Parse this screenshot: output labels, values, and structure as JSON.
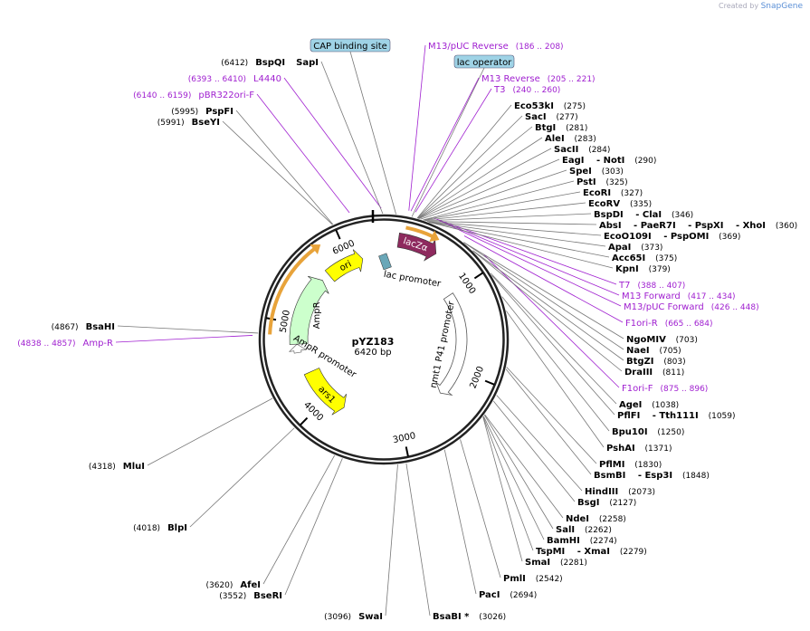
{
  "credit": {
    "prefix": "Created by",
    "brand": "SnapGene"
  },
  "plasmid": {
    "name": "pYZ183",
    "size_label": "6420 bp",
    "length": 6420
  },
  "ticks": [
    {
      "label": "1000",
      "pos": 1000
    },
    {
      "label": "2000",
      "pos": 2000
    },
    {
      "label": "3000",
      "pos": 3000
    },
    {
      "label": "4000",
      "pos": 4000
    },
    {
      "label": "5000",
      "pos": 5000
    },
    {
      "label": "6000",
      "pos": 6000
    }
  ],
  "features": [
    {
      "id": "lacZa",
      "label": "lacZα",
      "color": "#8e2a5e",
      "text_color": "#ffffff"
    },
    {
      "id": "ori",
      "label": "ori",
      "color": "#ffff00",
      "text_color": "#000000"
    },
    {
      "id": "ampr",
      "label": "AmpR",
      "color": "#ccffcc",
      "text_color": "#000000"
    },
    {
      "id": "ars1",
      "label": "ars1",
      "color": "#ffff00",
      "text_color": "#000000"
    },
    {
      "id": "lacprom",
      "label": "lac promoter"
    },
    {
      "id": "amprprom",
      "label": "AmpR promoter"
    },
    {
      "id": "nmt1",
      "label": "nmt1 P41 promoter"
    }
  ],
  "boxed_labels": [
    {
      "text": "CAP binding site"
    },
    {
      "text": "lac operator"
    }
  ],
  "enzymes": [
    {
      "pos": "(6412)",
      "names": [
        "BspQI",
        "SapI"
      ],
      "layout": "left"
    },
    {
      "pos": "(5995)",
      "names": [
        "PspFI"
      ],
      "layout": "left"
    },
    {
      "pos": "(5991)",
      "names": [
        "BseYI"
      ],
      "layout": "left"
    },
    {
      "pos": "(275)",
      "names": [
        "Eco53kI"
      ]
    },
    {
      "pos": "(277)",
      "names": [
        "SacI"
      ]
    },
    {
      "pos": "(281)",
      "names": [
        "BtgI"
      ]
    },
    {
      "pos": "(283)",
      "names": [
        "AleI"
      ]
    },
    {
      "pos": "(284)",
      "names": [
        "SacII"
      ]
    },
    {
      "pos": "(290)",
      "names": [
        "EagI",
        "NotI"
      ]
    },
    {
      "pos": "(303)",
      "names": [
        "SpeI"
      ]
    },
    {
      "pos": "(325)",
      "names": [
        "PstI"
      ]
    },
    {
      "pos": "(327)",
      "names": [
        "EcoRI"
      ]
    },
    {
      "pos": "(335)",
      "names": [
        "EcoRV"
      ]
    },
    {
      "pos": "(346)",
      "names": [
        "BspDI",
        "ClaI"
      ]
    },
    {
      "pos": "(360)",
      "names": [
        "AbsI",
        "PaeR7I",
        "PspXI",
        "XhoI"
      ]
    },
    {
      "pos": "(369)",
      "names": [
        "EcoO109I",
        "PspOMI"
      ]
    },
    {
      "pos": "(373)",
      "names": [
        "ApaI"
      ]
    },
    {
      "pos": "(375)",
      "names": [
        "Acc65I"
      ]
    },
    {
      "pos": "(379)",
      "names": [
        "KpnI"
      ]
    },
    {
      "pos": "(703)",
      "names": [
        "NgoMIV"
      ]
    },
    {
      "pos": "(705)",
      "names": [
        "NaeI"
      ]
    },
    {
      "pos": "(803)",
      "names": [
        "BtgZI"
      ]
    },
    {
      "pos": "(811)",
      "names": [
        "DraIII"
      ]
    },
    {
      "pos": "(1038)",
      "names": [
        "AgeI"
      ]
    },
    {
      "pos": "(1059)",
      "names": [
        "PflFI",
        "Tth111I"
      ]
    },
    {
      "pos": "(1250)",
      "names": [
        "Bpu10I"
      ]
    },
    {
      "pos": "(1371)",
      "names": [
        "PshAI"
      ]
    },
    {
      "pos": "(1830)",
      "names": [
        "PflMI"
      ]
    },
    {
      "pos": "(1848)",
      "names": [
        "BsmBI",
        "Esp3I"
      ]
    },
    {
      "pos": "(2073)",
      "names": [
        "HindIII"
      ]
    },
    {
      "pos": "(2127)",
      "names": [
        "BsgI"
      ]
    },
    {
      "pos": "(2258)",
      "names": [
        "NdeI"
      ]
    },
    {
      "pos": "(2262)",
      "names": [
        "SalI"
      ]
    },
    {
      "pos": "(2274)",
      "names": [
        "BamHI"
      ]
    },
    {
      "pos": "(2279)",
      "names": [
        "TspMI",
        "XmaI"
      ]
    },
    {
      "pos": "(2281)",
      "names": [
        "SmaI"
      ]
    },
    {
      "pos": "(2542)",
      "names": [
        "PmlI"
      ]
    },
    {
      "pos": "(2694)",
      "names": [
        "PacI"
      ]
    },
    {
      "pos": "(3026)",
      "names": [
        "BsaBI *"
      ]
    },
    {
      "pos": "(3096)",
      "names": [
        "SwaI"
      ],
      "layout": "left"
    },
    {
      "pos": "(3552)",
      "names": [
        "BseRI"
      ],
      "layout": "left"
    },
    {
      "pos": "(3620)",
      "names": [
        "AfeI"
      ],
      "layout": "left"
    },
    {
      "pos": "(4018)",
      "names": [
        "BlpI"
      ],
      "layout": "left"
    },
    {
      "pos": "(4318)",
      "names": [
        "MluI"
      ],
      "layout": "left"
    },
    {
      "pos": "(4867)",
      "names": [
        "BsaHI"
      ],
      "layout": "left"
    }
  ],
  "primers": [
    {
      "name": "M13/pUC Reverse",
      "range": "(186 .. 208)"
    },
    {
      "name": "M13 Reverse",
      "range": "(205 .. 221)"
    },
    {
      "name": "T3",
      "range": "(240 .. 260)"
    },
    {
      "name": "T7",
      "range": "(388 .. 407)"
    },
    {
      "name": "M13 Forward",
      "range": "(417 .. 434)"
    },
    {
      "name": "M13/pUC Forward",
      "range": "(426 .. 448)"
    },
    {
      "name": "F1ori-R",
      "range": "(665 .. 684)"
    },
    {
      "name": "F1ori-F",
      "range": "(875 .. 896)"
    },
    {
      "name": "Amp-R",
      "range": "(4838 .. 4857)"
    },
    {
      "name": "L4440",
      "range": "(6393 .. 6410)"
    },
    {
      "name": "pBR322ori-F",
      "range": "(6140 .. 6159)"
    }
  ],
  "colors": {
    "primer": "#a020d0",
    "enzyme_text": "#000000",
    "line": "#777777",
    "backbone": "#222222",
    "cap_box": "#9fd3e6"
  }
}
